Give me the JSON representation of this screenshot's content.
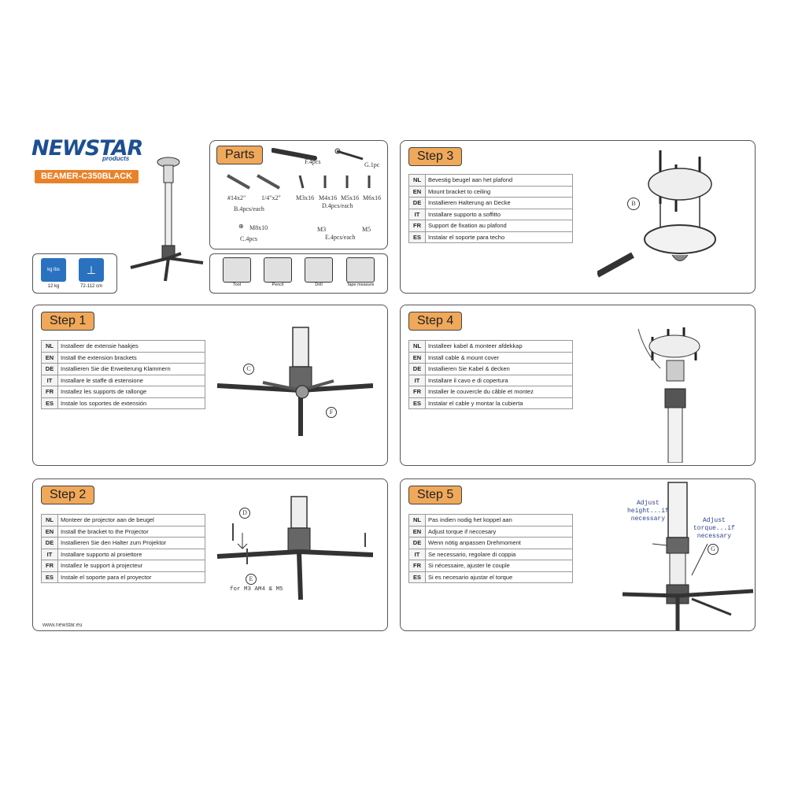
{
  "brand": {
    "logo": "NEWSTAR",
    "logo_sub": "products",
    "model": "BEAMER-C350BLACK",
    "website": "www.newstar.eu"
  },
  "specs": {
    "weight": "12 kg",
    "weight_icon_text": "kg lbs",
    "height_range": "72-112 cm"
  },
  "parts": {
    "title": "Parts",
    "f_label": "F.4pcs",
    "g_label": "G.1pc",
    "b_sizes": [
      "#14x2\"",
      "1/4\"x2\""
    ],
    "b_label": "B.4pcs/each",
    "d_sizes": [
      "M3x16",
      "M4x16",
      "M5x16",
      "M6x16"
    ],
    "d_label": "D.4pcs/each",
    "c_size": "M8x10",
    "c_label": "C.4pcs",
    "e_sizes": [
      "M3",
      "M5"
    ],
    "e_label": "E.4pcs/each"
  },
  "tools": [
    "Tool",
    "Pencil",
    "Drill",
    "Tape measure"
  ],
  "steps": [
    {
      "title": "Step 1",
      "rows": [
        {
          "code": "NL",
          "text": "Installeer de extensie haakjes"
        },
        {
          "code": "EN",
          "text": "Install the extension brackets"
        },
        {
          "code": "DE",
          "text": "Installieren Sie die Erweiterung Klammern"
        },
        {
          "code": "IT",
          "text": "Installare le staffe di estensione"
        },
        {
          "code": "FR",
          "text": "Installez les supports de rallonge"
        },
        {
          "code": "ES",
          "text": "Instale los soportes de extensión"
        }
      ],
      "callouts": [
        "C",
        "F"
      ]
    },
    {
      "title": "Step 2",
      "rows": [
        {
          "code": "NL",
          "text": "Monteer de projector aan de beugel"
        },
        {
          "code": "EN",
          "text": "Install the bracket to the Projector"
        },
        {
          "code": "DE",
          "text": "Installieren Sie den Halter zum Projektor"
        },
        {
          "code": "IT",
          "text": "Installare supporto al proiettore"
        },
        {
          "code": "FR",
          "text": "Installez le support à projecteur"
        },
        {
          "code": "ES",
          "text": "Instale el soporte para el proyector"
        }
      ],
      "callouts": [
        "D",
        "E"
      ],
      "note": "for M3 AM4 & M5"
    },
    {
      "title": "Step 3",
      "rows": [
        {
          "code": "NL",
          "text": "Bevestig beugel aan het plafond"
        },
        {
          "code": "EN",
          "text": "Mount bracket to ceiling"
        },
        {
          "code": "DE",
          "text": "Installieren Halterung an Decke"
        },
        {
          "code": "IT",
          "text": "Installare supporto a soffitto"
        },
        {
          "code": "FR",
          "text": "Support de fixation au plafond"
        },
        {
          "code": "ES",
          "text": "Instalar el soporte para techo"
        }
      ],
      "callouts": [
        "B"
      ]
    },
    {
      "title": "Step 4",
      "rows": [
        {
          "code": "NL",
          "text": "Installeer kabel & monteer afdekkap"
        },
        {
          "code": "EN",
          "text": "Install cable & mount cover"
        },
        {
          "code": "DE",
          "text": "Installieren Sie Kabel & decken"
        },
        {
          "code": "IT",
          "text": "Installare il cavo e di copertura"
        },
        {
          "code": "FR",
          "text": "Installer le couvercle du câble et montez"
        },
        {
          "code": "ES",
          "text": "Instalar el cable y montar la cubierta"
        }
      ]
    },
    {
      "title": "Step 5",
      "rows": [
        {
          "code": "NL",
          "text": "Pas indien nodig het koppel aan"
        },
        {
          "code": "EN",
          "text": "Adjust torque if neccesary"
        },
        {
          "code": "DE",
          "text": "Wenn nötig anpassen Drehmoment"
        },
        {
          "code": "IT",
          "text": "Se necessario, regolare di coppia"
        },
        {
          "code": "FR",
          "text": "Si nécessaire, ajuster le couple"
        },
        {
          "code": "ES",
          "text": "Si es necesario ajustar el torque"
        }
      ],
      "callouts": [
        "G"
      ],
      "note_height": [
        "Adjust",
        "height...if",
        "necessary"
      ],
      "note_torque": [
        "Adjust",
        "torque...if",
        "necessary"
      ]
    }
  ]
}
